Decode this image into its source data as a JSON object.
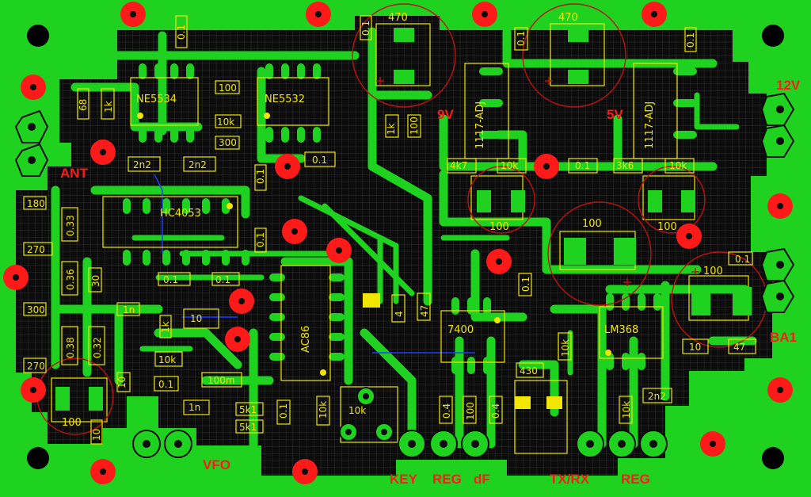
{
  "board": {
    "ics": {
      "ne5534": "NE5534",
      "ne5532": "NE5532",
      "hc4053": "HC4053",
      "ac86": "AC86",
      "u7400": "7400",
      "lm368": "LM368",
      "reg9": "1117-ADJ",
      "reg5": "1117-ADJ"
    },
    "caps": {
      "c470a": "470",
      "c470b": "470",
      "c100a": "100",
      "c100b": "100",
      "c100c": "100",
      "c100d": "100",
      "c100e": "100"
    },
    "parts": {
      "p01a": "0.1",
      "p01b": "0.1",
      "p01c": "0.1",
      "p01d": "0.1",
      "p01e": "0.1",
      "p01f": "0.1",
      "p01g": "0.1",
      "p01h": "0.1",
      "p01i": "0.1",
      "p01j": "0.1",
      "r68": "68",
      "r1k": "1k",
      "r100": "100",
      "r10k_a": "10k",
      "r300": "300",
      "r2n2a": "2n2",
      "r2n2b": "2n2",
      "r180": "180",
      "r033a": "0.33",
      "r270": "270",
      "r036": "0.36",
      "r30": "30",
      "r300b": "300",
      "r038": "0.38",
      "r032": "0.32",
      "r270b": "270",
      "r1n": "1n",
      "r01k1": "0.1",
      "r01k2": "0.1",
      "r1k_b": "1k",
      "r10k_b": "10k",
      "r01b": "0.1",
      "r100m": "100m",
      "r1n_b": "1n",
      "r5k1a": "5k1",
      "r5k1b": "5k1",
      "r10k_pot": "10k",
      "r47": "47",
      "r430": "430",
      "r4k7": "4k7",
      "r10k_c": "10k",
      "r3k6": "3k6",
      "r10k_d": "10k",
      "r10k_e": "10k",
      "r2n2c": "2n2",
      "r10k_f": "10k",
      "r4": "4",
      "r100b": "100",
      "r04": "0.4",
      "r10": "10",
      "r47b": "47"
    },
    "labels": {
      "ant": "ANT",
      "vfo": "VFO",
      "key": "KEY",
      "reg1": "REG",
      "df": "dF",
      "txrx": "TX/RX",
      "reg2": "REG",
      "v12": "12V",
      "ba1": "BA1",
      "v9": "9V",
      "v5": "5V"
    }
  },
  "colors": {
    "copper_pour": "#1fd21f",
    "substrate": "#0c0c0c",
    "grid": "#3a3a3a",
    "silkscreen": "#f2e600",
    "drill": "#ff1a1a",
    "mount_hole": "#000000",
    "jumper": "#1e3cff"
  }
}
